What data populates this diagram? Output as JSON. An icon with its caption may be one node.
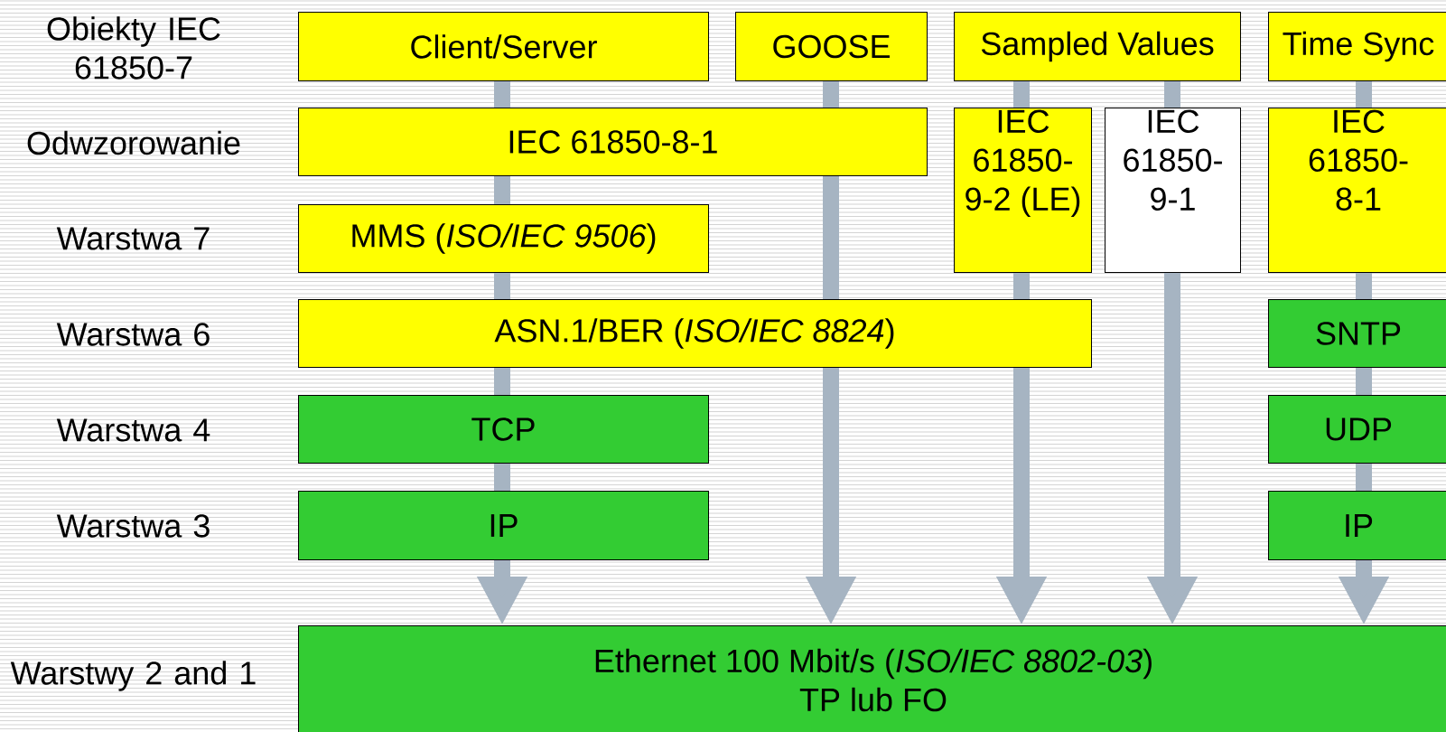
{
  "diagram": {
    "nodes": [
      {
        "text": [
          "Client/Server"
        ]
      },
      {
        "text": [
          "GOOSE"
        ]
      },
      {
        "text": [
          "Sampled Values"
        ]
      },
      {
        "text": [
          "Time Sync"
        ]
      },
      {
        "text": [
          "IEC 61850-8-1"
        ]
      },
      {
        "text": [
          "IEC 61850-9-2 (LE)"
        ]
      },
      {
        "text": [
          "IEC 61850-9-1"
        ]
      },
      {
        "text": [
          "IEC 61850-8-1"
        ]
      },
      {
        "text": [
          "MMS (*ISO/IEC 9506*)"
        ]
      },
      {
        "text": [
          "ASN.1/BER (*ISO/IEC 8824*)"
        ]
      },
      {
        "text": [
          "SNTP"
        ]
      },
      {
        "text": [
          "TCP"
        ]
      },
      {
        "text": [
          "UDP"
        ]
      },
      {
        "text": [
          "IP"
        ]
      },
      {
        "text": [
          "IP"
        ]
      },
      {
        "text": [
          "Ethernet 100 Mbit/s (*ISO/IEC 8802-03*)",
          "TP lub FO"
        ]
      }
    ],
    "edges": [
      {
        "from": 0,
        "to": 4,
        "arrow": "none"
      },
      {
        "from": 4,
        "to": 8,
        "arrow": "none"
      },
      {
        "from": 8,
        "to": 9,
        "arrow": "none"
      },
      {
        "from": 9,
        "to": 11,
        "arrow": "none"
      },
      {
        "from": 11,
        "to": 13,
        "arrow": "none"
      },
      {
        "from": 13,
        "to": 15,
        "arrow": "to"
      },
      {
        "from": 1,
        "to": 4,
        "arrow": "none"
      },
      {
        "from": 4,
        "to": 9,
        "arrow": "none"
      },
      {
        "from": 9,
        "to": 15,
        "arrow": "to"
      },
      {
        "from": 2,
        "to": 5,
        "arrow": "none"
      },
      {
        "from": 5,
        "to": 9,
        "arrow": "none"
      },
      {
        "from": 9,
        "to": 15,
        "arrow": "to"
      },
      {
        "from": 2,
        "to": 6,
        "arrow": "none"
      },
      {
        "from": 6,
        "to": 15,
        "arrow": "to"
      },
      {
        "from": 3,
        "to": 7,
        "arrow": "none"
      },
      {
        "from": 7,
        "to": 10,
        "arrow": "none"
      },
      {
        "from": 10,
        "to": 12,
        "arrow": "none"
      },
      {
        "from": 12,
        "to": 14,
        "arrow": "none"
      },
      {
        "from": 14,
        "to": 15,
        "arrow": "to"
      }
    ],
    "labels": [
      "Obiekty IEC 61850-7",
      "Odwzorowanie",
      "Warstwa 7",
      "Warstwa 6",
      "Warstwa 4",
      "Warstwa 3",
      "Warstwy 2 and 1"
    ]
  }
}
